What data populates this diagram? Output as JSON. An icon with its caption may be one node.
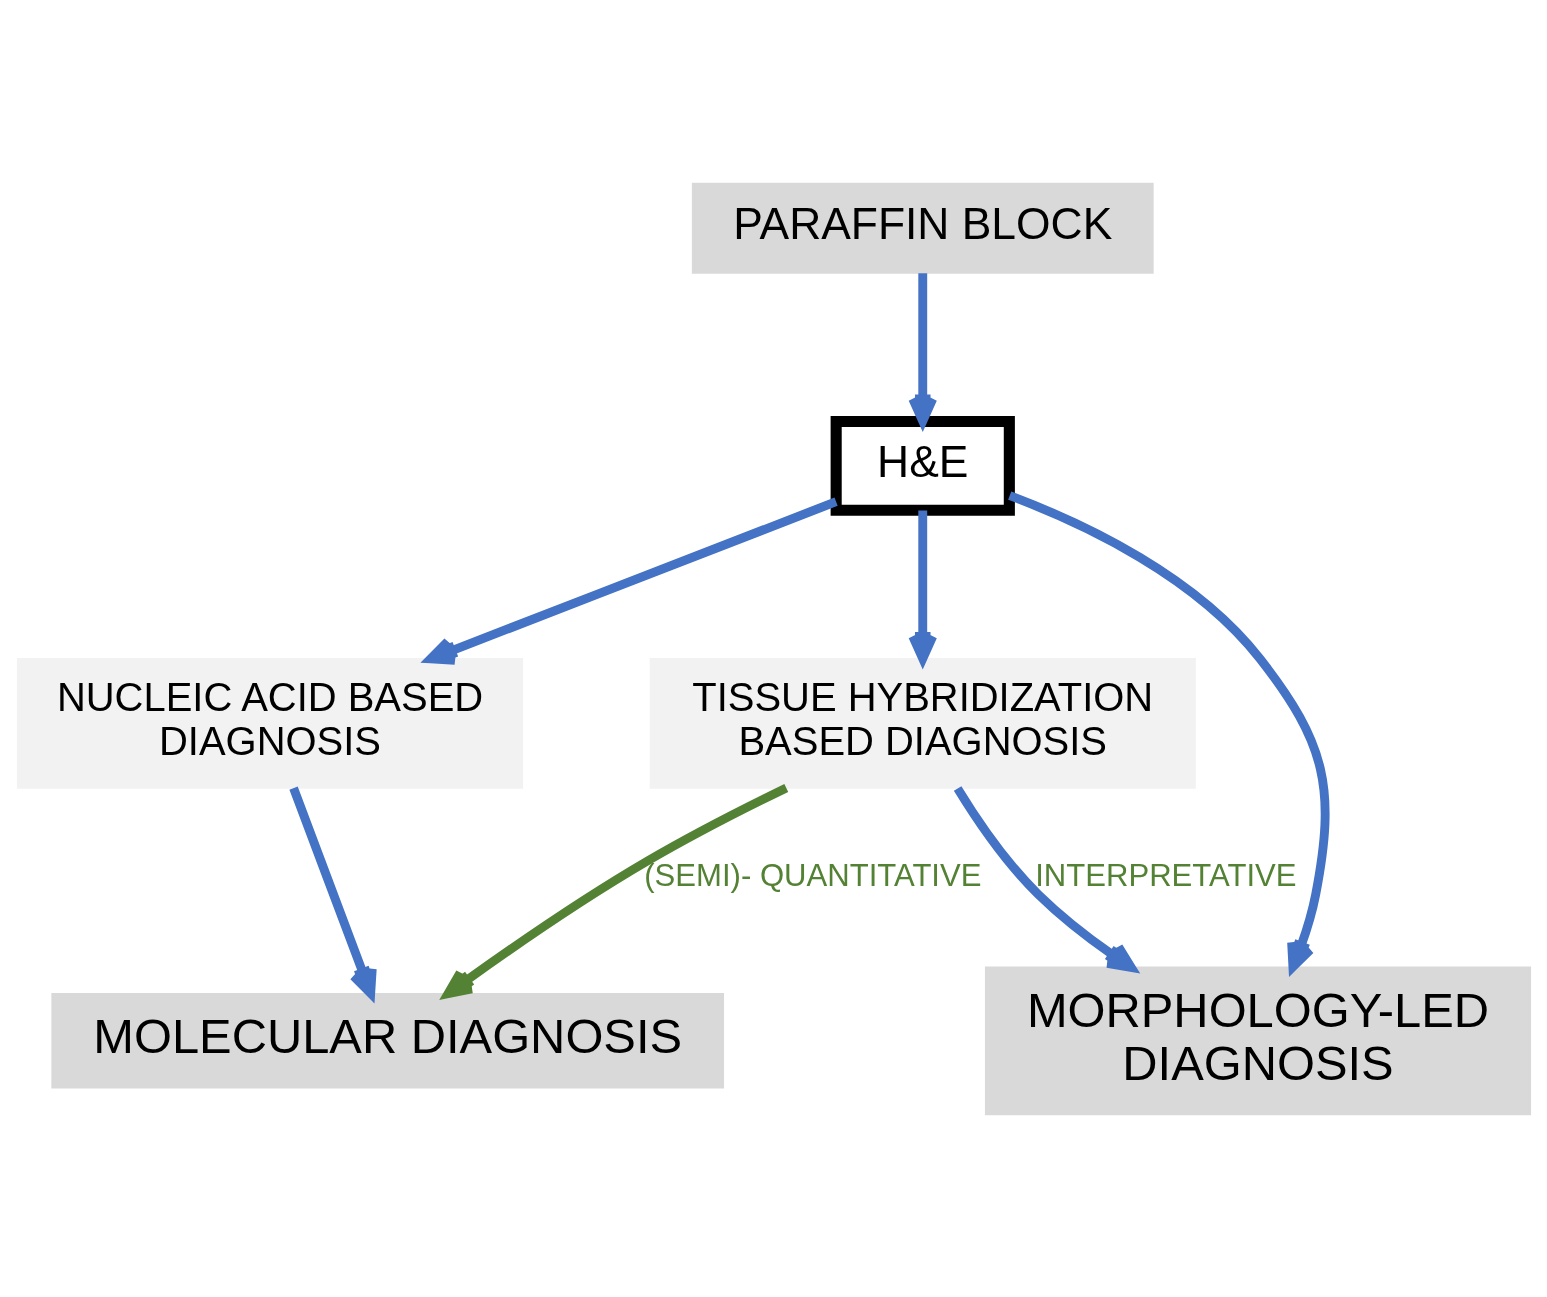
{
  "diagram": {
    "nodes": [
      {
        "text": [
          "PARAFFIN BLOCK"
        ]
      },
      {
        "text": [
          "H&E"
        ]
      },
      {
        "text": [
          "NUCLEIC ACID BASED DIAGNOSIS"
        ]
      },
      {
        "text": [
          "TISSUE HYBRIDIZATION BASED DIAGNOSIS"
        ]
      },
      {
        "text": [
          "MOLECULAR DIAGNOSIS"
        ]
      },
      {
        "text": [
          "MORPHOLOGY-LED DIAGNOSIS"
        ]
      }
    ],
    "edges": [
      {
        "from": 0,
        "to": 1,
        "arrow": "to"
      },
      {
        "from": 1,
        "to": 2,
        "arrow": "to"
      },
      {
        "from": 1,
        "to": 3,
        "arrow": "to"
      },
      {
        "from": 1,
        "to": 5,
        "arrow": "to"
      },
      {
        "from": 2,
        "to": 4,
        "arrow": "to"
      },
      {
        "from": 3,
        "to": 4,
        "arrow": "to",
        "label": "(SEMI)- QUANTITATIVE",
        "color": "#548235"
      },
      {
        "from": 3,
        "to": 5,
        "arrow": "to",
        "label": "INTERPRETATIVE"
      }
    ]
  }
}
